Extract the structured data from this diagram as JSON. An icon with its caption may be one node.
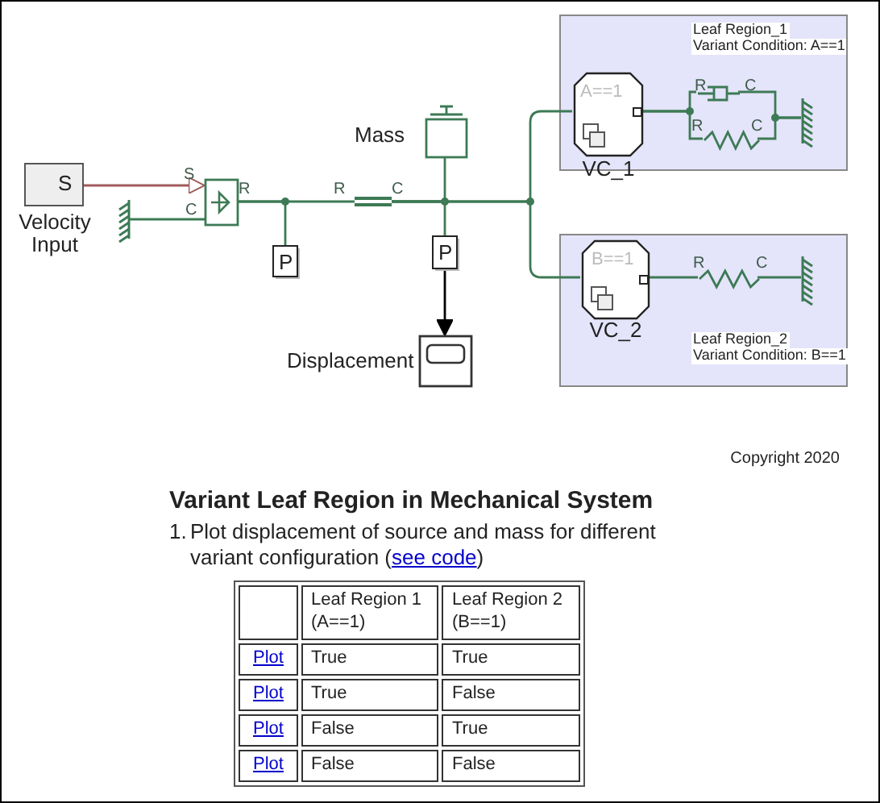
{
  "diagram": {
    "title": "Variant Leaf Region in Mechanical System",
    "nodes": [
      {
        "text": [
          "S"
        ],
        "beside": [
          "Velocity Input"
        ]
      },
      {
        "text": [],
        "shape": "ground"
      },
      {
        "text": [],
        "shape": "box",
        "beside": [
          "S",
          "C",
          "R"
        ]
      },
      {
        "text": [
          "P"
        ]
      },
      {
        "text": [],
        "shape": "bar",
        "beside": [
          "R",
          "C"
        ]
      },
      {
        "text": [],
        "shape": "box",
        "beside": [
          "Mass"
        ]
      },
      {
        "text": [
          "P"
        ]
      },
      {
        "text": [],
        "shape": "box",
        "beside": [
          "Displacement"
        ]
      },
      {
        "text": [
          "Leaf Region_1",
          "Variant Condition: A==1"
        ]
      },
      {
        "text": [
          "A==1"
        ],
        "in": 8,
        "beside": [
          "VC_1"
        ]
      },
      {
        "text": [],
        "shape": "damper",
        "in": 8,
        "beside": [
          "R",
          "C"
        ]
      },
      {
        "text": [],
        "shape": "spring",
        "in": 8,
        "beside": [
          "R",
          "C"
        ]
      },
      {
        "text": [],
        "shape": "ground",
        "in": 8
      },
      {
        "text": [
          "Leaf Region_2",
          "Variant Condition: B==1"
        ]
      },
      {
        "text": [
          "B==1"
        ],
        "in": 13,
        "beside": [
          "VC_2"
        ]
      },
      {
        "text": [],
        "shape": "spring",
        "in": 13,
        "beside": [
          "R",
          "C"
        ]
      },
      {
        "text": [],
        "shape": "ground",
        "in": 13
      }
    ],
    "edges": [
      {
        "from": 0,
        "to": 2,
        "arrow": "to",
        "color": "#a05a5a"
      },
      {
        "from": 1,
        "to": 2,
        "arrow": "none"
      },
      {
        "from": 2,
        "to": 3,
        "arrow": "none"
      },
      {
        "from": 2,
        "to": 4,
        "arrow": "none"
      },
      {
        "from": 4,
        "to": 5,
        "arrow": "none"
      },
      {
        "from": 4,
        "to": 6,
        "arrow": "none"
      },
      {
        "from": 4,
        "to": 9,
        "arrow": "none"
      },
      {
        "from": 4,
        "to": 14,
        "arrow": "none"
      },
      {
        "from": 6,
        "to": 7,
        "arrow": "to",
        "color": "#000000"
      },
      {
        "from": 9,
        "to": 10,
        "arrow": "none"
      },
      {
        "from": 9,
        "to": 11,
        "arrow": "none"
      },
      {
        "from": 10,
        "to": 12,
        "arrow": "none"
      },
      {
        "from": 11,
        "to": 12,
        "arrow": "none"
      },
      {
        "from": 14,
        "to": 15,
        "arrow": "none"
      },
      {
        "from": 15,
        "to": 16,
        "arrow": "none"
      }
    ],
    "labels": [
      "Copyright 2020",
      "1.",
      "Plot displacement of source and mass for different variant configuration (",
      "see code",
      ")",
      "Leaf Region 1 (A==1)",
      "Leaf Region 2 (B==1)",
      "Plot",
      "True",
      "True",
      "Plot",
      "True",
      "False",
      "Plot",
      "False",
      "True",
      "Plot",
      "False",
      "False"
    ]
  }
}
